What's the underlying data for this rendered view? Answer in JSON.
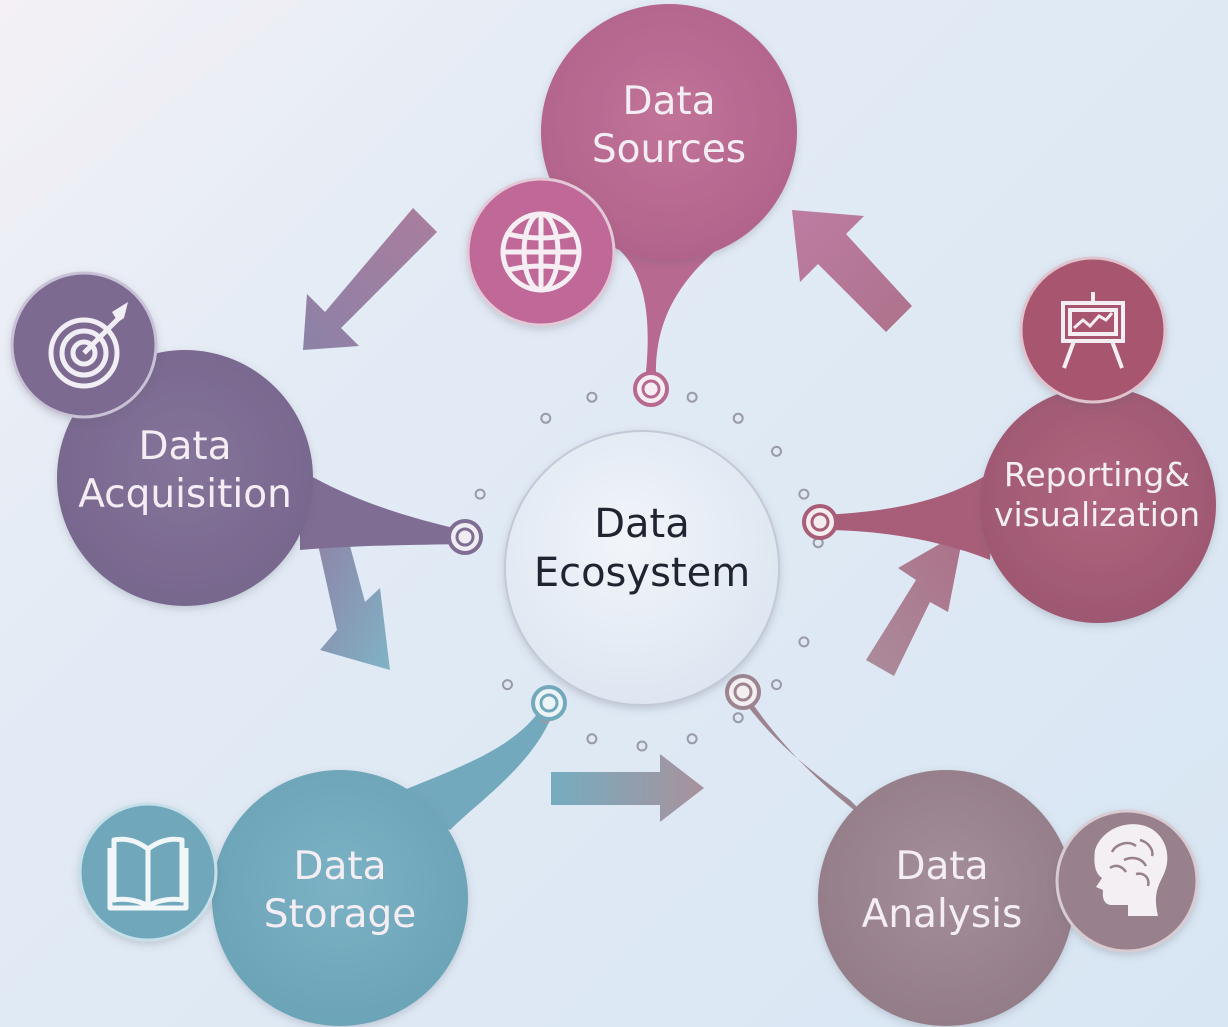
{
  "center": {
    "line1": "Data",
    "line2": "Ecosystem"
  },
  "nodes": {
    "sources": {
      "line1": "Data",
      "line2": "Sources",
      "color": "#b8698f",
      "icon": "globe-icon"
    },
    "acquisition": {
      "line1": "Data",
      "line2": "Acquisition",
      "color": "#7f6d93",
      "icon": "target-icon"
    },
    "reporting": {
      "line1": "Reporting&",
      "line2": "visualization",
      "color": "#a85e78",
      "icon": "presentation-board-icon"
    },
    "storage": {
      "line1": "Data",
      "line2": "Storage",
      "color": "#73a9bd",
      "icon": "book-icon"
    },
    "analysis": {
      "line1": "Data",
      "line2": "Analysis",
      "color": "#9c8590",
      "icon": "head-brain-icon"
    }
  },
  "colors": {
    "background": "#d8e6f3",
    "center_fill": "#e6edf6",
    "dot_ring": "#9a9aa8"
  }
}
